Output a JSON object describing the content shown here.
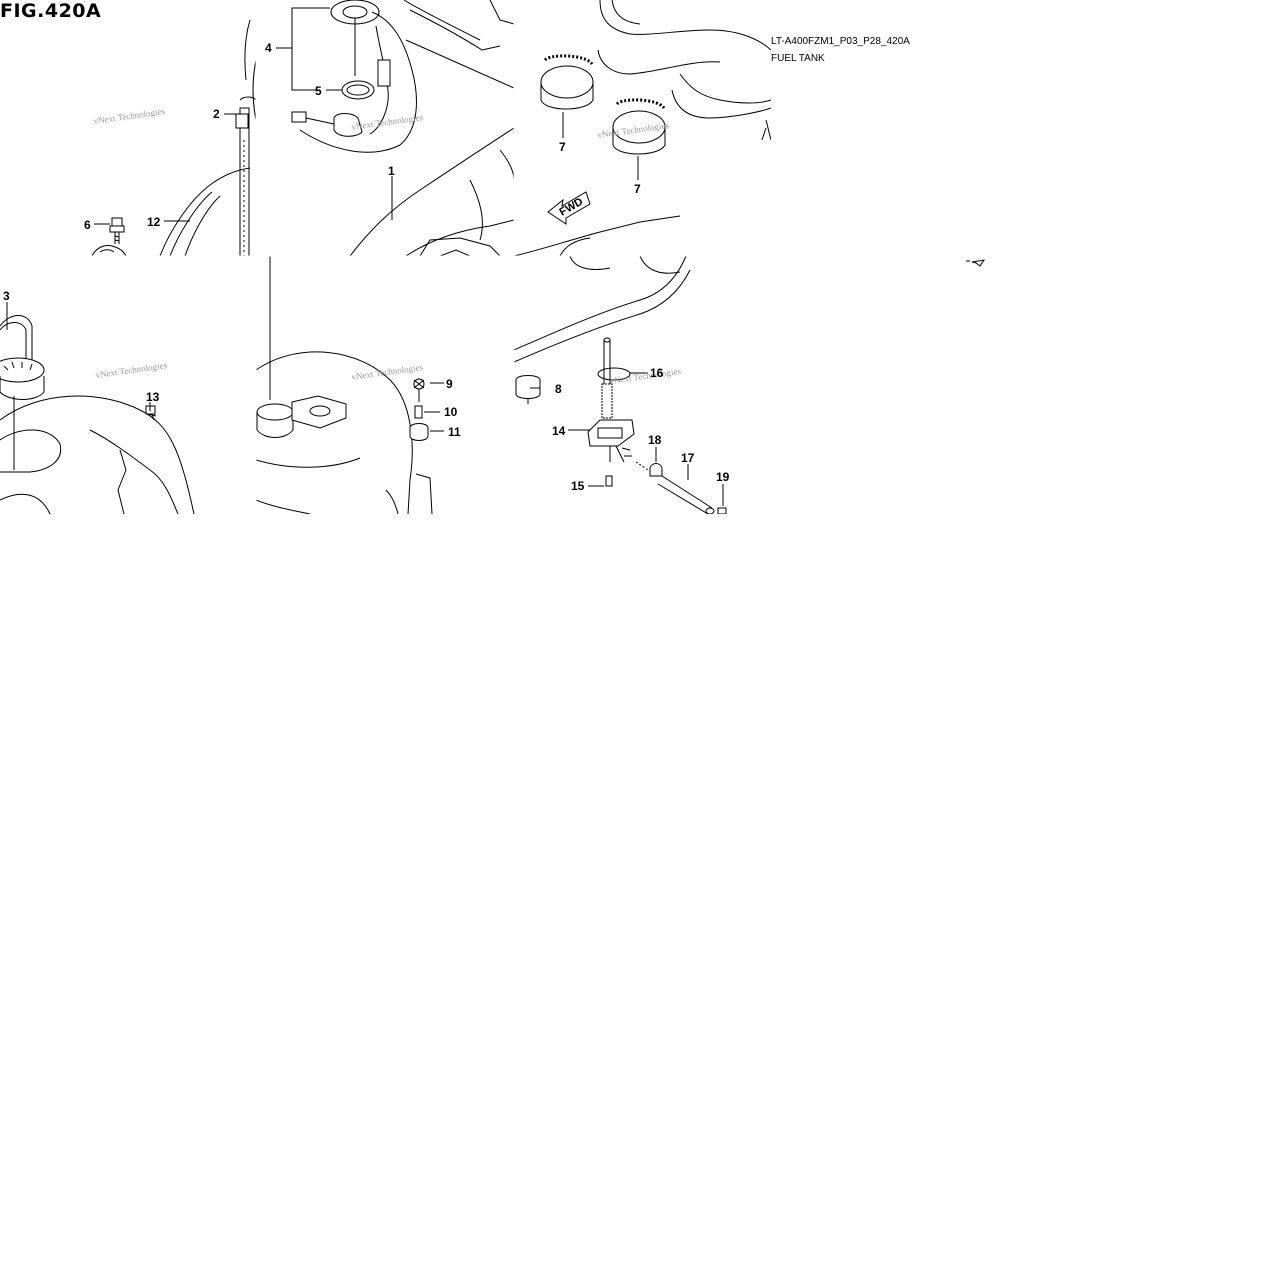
{
  "figure": {
    "title": "FIG.420A",
    "reference_code": "LT-A400FZM1_P03_P28_420A",
    "reference_name": "FUEL TANK"
  },
  "callouts": [
    "1",
    "2",
    "3",
    "4",
    "5",
    "6",
    "7",
    "7",
    "8",
    "9",
    "10",
    "11",
    "12",
    "13",
    "14",
    "15",
    "16",
    "17",
    "18",
    "19"
  ],
  "direction_label": "FWD",
  "watermark": "vNext Technologies"
}
